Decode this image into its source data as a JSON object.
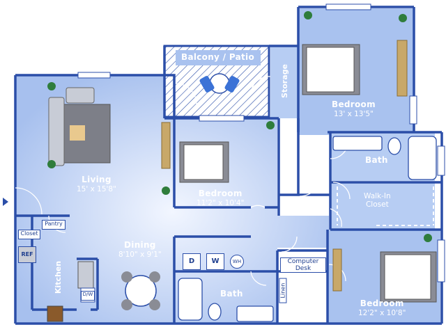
{
  "rooms": {
    "living": {
      "name": "Living",
      "dims": "15' x 15'8\""
    },
    "dining": {
      "name": "Dining",
      "dims": "8'10\" x 9'1\""
    },
    "kitchen": {
      "name": "Kitchen"
    },
    "balcony": {
      "name": "Balcony / Patio"
    },
    "storage": {
      "name": "Storage"
    },
    "bedroom_center": {
      "name": "Bedroom",
      "dims": "11'2\" x 10'4\""
    },
    "bedroom_top_right": {
      "name": "Bedroom",
      "dims": "13' x 13'5\""
    },
    "bedroom_bottom_right": {
      "name": "Bedroom",
      "dims": "12'2\" x 10'8\""
    },
    "bath_upper": {
      "name": "Bath"
    },
    "bath_lower": {
      "name": "Bath"
    },
    "walkin_upper": {
      "name": "Walk-In\nCloset"
    },
    "walkin_lower": {
      "name": "Walk-In\nCloset"
    },
    "closet_center": {
      "name": "Closet"
    },
    "linen": {
      "name": "Linen"
    }
  },
  "fixtures": {
    "pantry": "Pantry",
    "closet_small": "Closet",
    "ref": "REF",
    "dw": "D/W",
    "dryer": "D",
    "washer": "W",
    "water_heater": "WH",
    "computer_desk": "Computer\nDesk"
  },
  "colors": {
    "floor": "#a9c2ef",
    "wall": "#2b4ea8",
    "label": "#ffffff"
  }
}
